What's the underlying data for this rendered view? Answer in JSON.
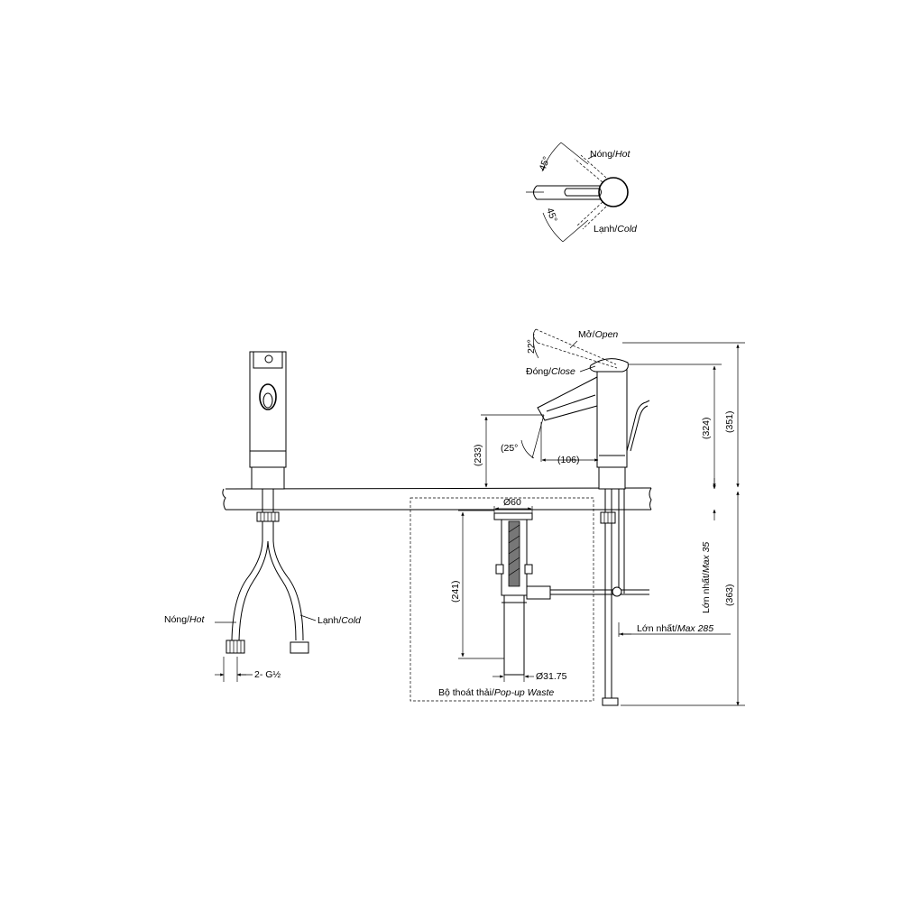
{
  "top_view": {
    "hot_label_vi": "Nóng/",
    "hot_label_en": "Hot",
    "cold_label_vi": "Lạnh/",
    "cold_label_en": "Cold",
    "angle_hot": "45°",
    "angle_cold": "45°"
  },
  "front_view": {
    "hot_label_vi": "Nóng/",
    "hot_label_en": "Hot",
    "cold_label_vi": "Lạnh/",
    "cold_label_en": "Cold",
    "thread_label": "2- G½"
  },
  "side_view": {
    "open_label_vi": "Mở/",
    "open_label_en": "Open",
    "close_label_vi": "Đóng/",
    "close_label_en": "Close",
    "lever_angle": "22°",
    "spout_angle": "(25°",
    "dim_spout_height": "(233)",
    "dim_spout_reach": "(106)",
    "dim_lever_height": "(324)",
    "dim_total_height": "(351)",
    "dim_below_counter": "(363)",
    "max_thickness_vi": "Lớn nhất/",
    "max_thickness_en": "Max 35",
    "max_length_vi": "Lớn nhất/",
    "max_length_en": "Max 285"
  },
  "waste": {
    "diameter_top": "Ø60",
    "diameter_bottom": "Ø31.75",
    "dim_length": "(241)",
    "caption_vi": "Bộ thoát thải/",
    "caption_en": "Pop-up Waste"
  }
}
